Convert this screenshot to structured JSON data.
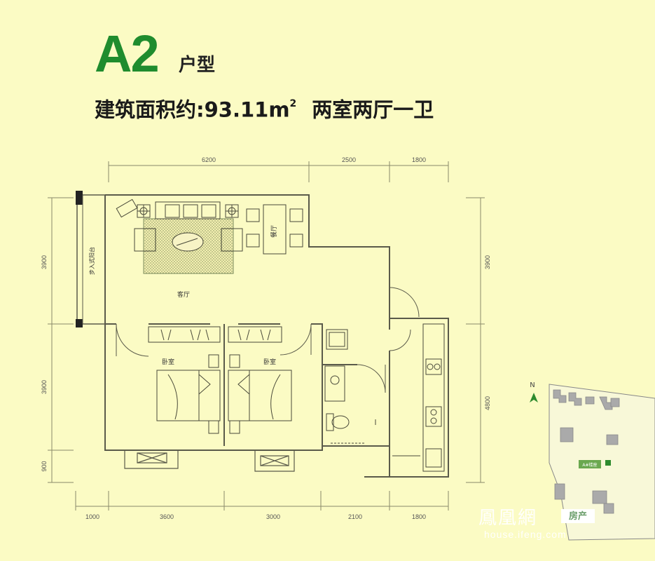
{
  "title": {
    "code": "A2",
    "suffix": "户型"
  },
  "subtitle": {
    "area_text": "建筑面积约:93.11m",
    "area_superscript": "2",
    "layout_text": "两室两厅一卫"
  },
  "dimensions": {
    "top": [
      "6200",
      "2500",
      "1800"
    ],
    "bottom": [
      "1000",
      "3600",
      "3000",
      "2100",
      "1800"
    ],
    "left": [
      "3900",
      "3900",
      "900"
    ],
    "right": [
      "3900",
      "4800"
    ]
  },
  "rooms": {
    "dining": "餐厅",
    "living": "客厅",
    "bedroom_left": "卧室",
    "bedroom_right": "卧室",
    "balcony": "步入式阳台"
  },
  "site_plan": {
    "compass_label": "N",
    "highlight_label": "A#楼座"
  },
  "watermark": {
    "name": "鳳凰網",
    "badge": "房产",
    "url": "house.ifeng.com"
  },
  "colors": {
    "background": "#fbfbc4",
    "title_green": "#1f8c2e",
    "wall_line": "#8a8a6a"
  }
}
